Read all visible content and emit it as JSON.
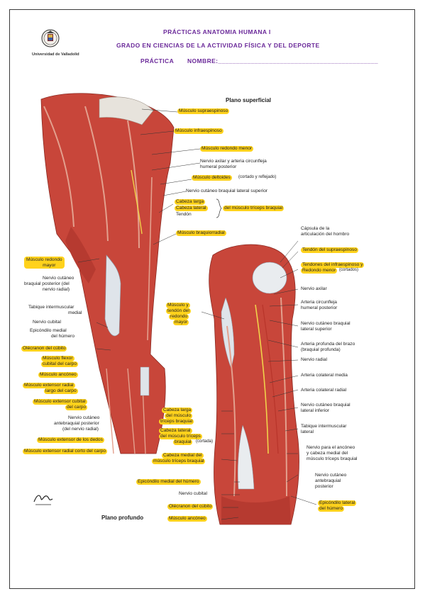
{
  "header": {
    "university": "Universidad de Valladolid",
    "line1": "PRÁCTICAS ANATOMIA HUMANA I",
    "line2": "GRADO EN CIENCIAS DE LA ACTIVIDAD FÍSICA Y DEL DEPORTE",
    "practica": "PRÁCTICA",
    "nombre": "NOMBRE:____________________________________________"
  },
  "figure": {
    "title_superficial": "Plano superficial",
    "title_profundo": "Plano profundo",
    "left_labels": {
      "supraespinoso": "Músculo supraespinoso",
      "infraespinoso": "Músculo infraespinoso",
      "redondo_menor": "Músculo redondo menor",
      "nervio_axilar_1": "Nervio axilar y arteria circunfleja",
      "nervio_axilar_2": "humeral posterior",
      "deltoides": "Músculo deltoides",
      "deltoides_note": "(cortado y reflejado)",
      "cutaneo_sup": "Nervio cutáneo braquial lateral superior",
      "cabeza_larga": "Cabeza larga",
      "cabeza_lateral": "Cabeza lateral",
      "tendon": "Tendón",
      "triceps": "del músculo tríceps braquial",
      "braquiorradial": "Músculo braquiorradial",
      "redondo_mayor_1": "Músculo redondo",
      "redondo_mayor_2": "mayor",
      "cut_post_1": "Nervio cutáneo",
      "cut_post_2": "braquial posterior (del",
      "cut_post_3": "nervio radial)",
      "tabique_1": "Tabique intermuscular",
      "tabique_2": "medial",
      "cubital": "Nervio cubital",
      "epic_1": "Epicóndilo medial",
      "epic_2": "del húmero",
      "olecranon": "Olécranon del cúbito",
      "flexor_1": "Músculo flexor",
      "flexor_2": "cubital del carpo",
      "ancoeno": "Músculo ancóneo",
      "ext_rad_largo_1": "Músculo extensor radial",
      "ext_rad_largo_2": "largo del carpo",
      "ext_cub_1": "Músculo extensor cubital",
      "ext_cub_2": "del carpo",
      "antebr_1": "Nervio cutáneo",
      "antebr_2": "antebraquial posterior",
      "antebr_3": "(del nervio radial)",
      "ext_dedos": "Músculo extensor de los dedos",
      "ext_rad_corto": "Músculo extensor radial corto del carpo"
    },
    "right_labels": {
      "capsula_1": "Cápsula de la",
      "capsula_2": "articulación del hombro",
      "tendon_supra": "Tendón del supraespinoso",
      "tendones_1": "Tendones del infraespinoso y",
      "tendones_2": "Redondo menor",
      "tendones_note": "(cortados)",
      "axilar": "Nervio axilar",
      "art_circ_1": "Arteria circunfleja",
      "art_circ_2": "humeral posterior",
      "cut_lat_sup_1": "Nervio cutáneo braquial",
      "cut_lat_sup_2": "lateral superior",
      "art_prof_1": "Arteria profunda del brazo",
      "art_prof_2": "(braquial profunda)",
      "radial": "Nervio radial",
      "col_media": "Arteria colateral media",
      "col_radial": "Arteria colateral radial",
      "cut_lat_inf_1": "Nervio cutáneo braquial",
      "cut_lat_inf_2": "lateral inferior",
      "tabique_lat_1": "Tabique intermuscular",
      "tabique_lat_2": "lateral",
      "ancoeno_n_1": "Nervio para el ancóneo",
      "ancoeno_n_2": "y cabeza medial del",
      "ancoeno_n_3": "músculo tríceps braquial",
      "antebr_post_1": "Nervio cutáneo",
      "antebr_post_2": "antebraquial",
      "antebr_post_3": "posterior",
      "epic_lat_1": "Epicóndilo lateral",
      "epic_lat_2": "del húmero",
      "redondo_mayor_1": "Músculo y",
      "redondo_mayor_2": "tendón del",
      "redondo_mayor_3": "redondo",
      "redondo_mayor_4": "mayor",
      "cab_larga_1": "Cabeza larga",
      "cab_larga_2": "del músculo",
      "cab_larga_3": "tríceps braquial",
      "cab_lat_1": "Cabeza lateral",
      "cab_lat_2": "del músculo tríceps",
      "cab_lat_3": "braquial",
      "cab_lat_note": "(cortada)",
      "cab_med_1": "Cabeza medial del",
      "cab_med_2": "músculo tríceps braquial",
      "epic_med": "Epicóndilo medial del húmero",
      "cubital": "Nervio cubital",
      "olecranon": "Olécranon del cúbito",
      "ancoeno": "Músculo ancóneo"
    }
  },
  "colors": {
    "header": "#6b2a9a",
    "highlight": "#ffd21c",
    "muscle": "#c8463a",
    "tendon": "#dfe4ea"
  }
}
